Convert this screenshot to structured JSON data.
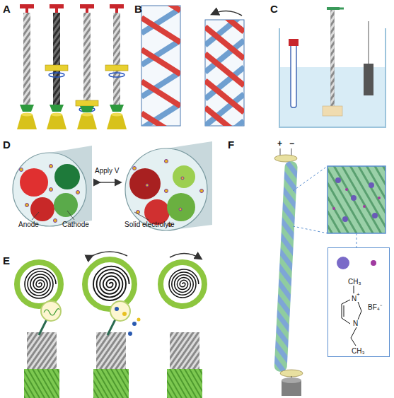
{
  "diagram": {
    "nodes": [
      {
        "text": [
          "N",
          "+",
          "N",
          "CH₃",
          "CH₃",
          "BF₄⁻"
        ]
      }
    ],
    "labels": [
      "A",
      "B",
      "C",
      "D",
      "E",
      "F",
      "Apply V",
      "Anode",
      "Cathode",
      "Solid electrolyte",
      "+",
      "−"
    ]
  }
}
